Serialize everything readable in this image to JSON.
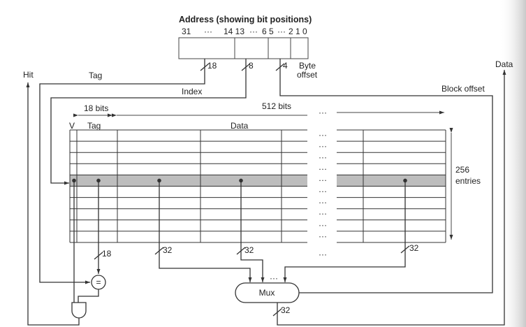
{
  "address": {
    "title": "Address (showing bit positions)",
    "bits": [
      "31",
      "···",
      "14 13",
      "···",
      "6 5",
      "···",
      "2 1 0"
    ],
    "tag_width": "18",
    "index_width": "8",
    "block_offset_width": "4",
    "byte_offset_label": [
      "Byte",
      "offset"
    ]
  },
  "labels": {
    "hit": "Hit",
    "tag": "Tag",
    "index": "Index",
    "block_offset": "Block offset",
    "data": "Data",
    "tag_bits": "18 bits",
    "data_bits": "512 bits",
    "col_v": "V",
    "col_tag": "Tag",
    "col_data": "Data",
    "entries": [
      "256",
      "entries"
    ],
    "ellipsis": "···"
  },
  "buses": {
    "compare_width": "18",
    "word_width_1": "32",
    "word_width_2": "32",
    "word_width_3": "32",
    "mux_out_width": "32"
  },
  "components": {
    "comparator": "=",
    "mux": "Mux"
  },
  "table": {
    "rows": 10,
    "selected_row": 4
  },
  "colors": {
    "highlight": "#bdbdbd",
    "line": "#333333"
  }
}
